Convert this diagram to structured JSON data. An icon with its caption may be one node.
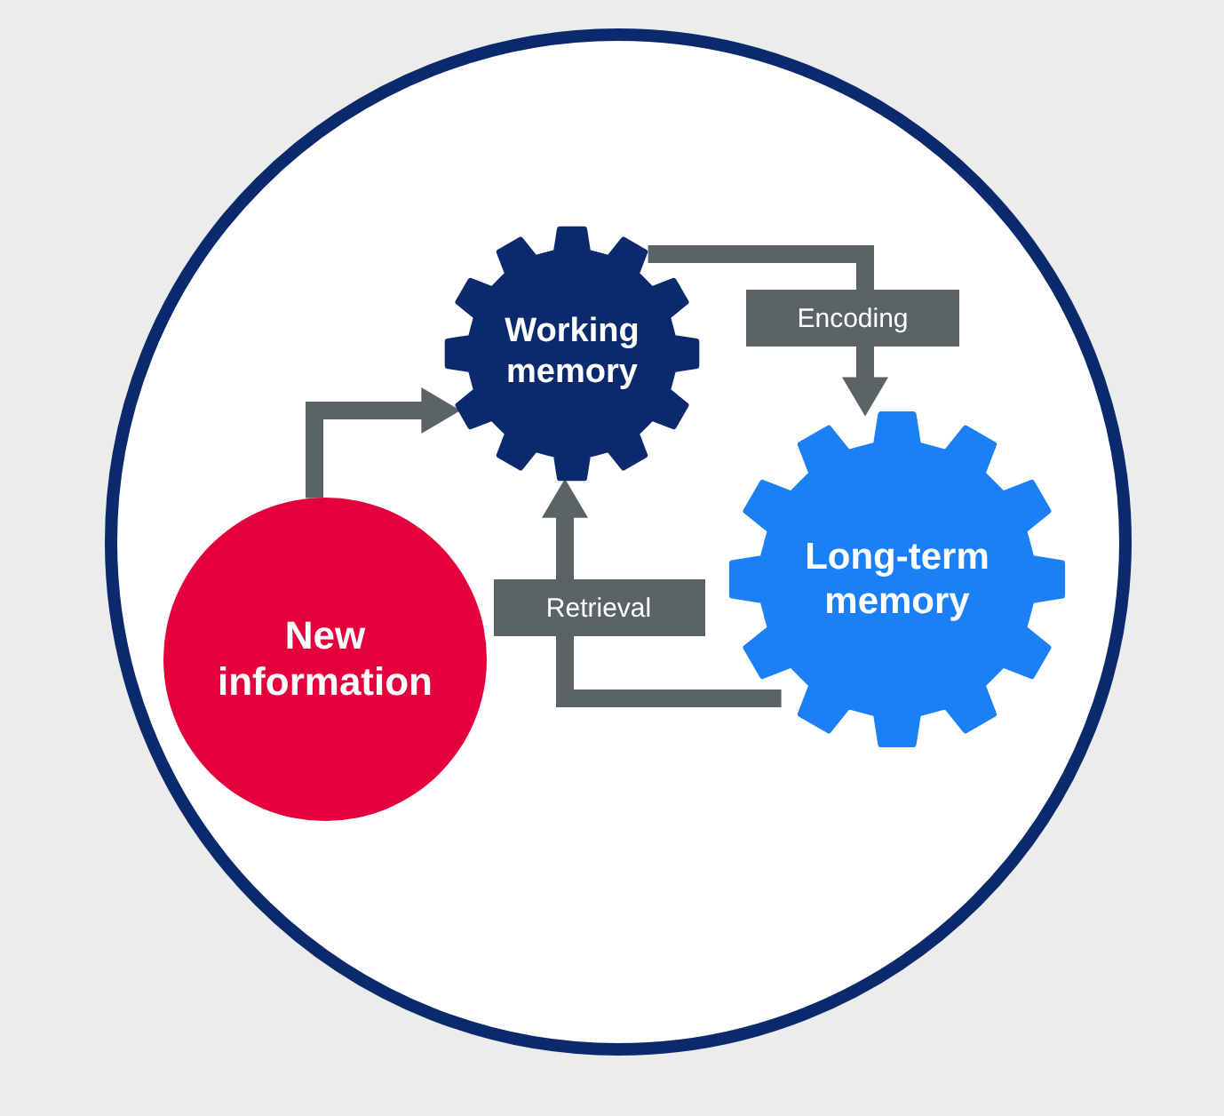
{
  "diagram": {
    "nodes": [
      {
        "text": [],
        "shape": "circle"
      },
      {
        "text": [
          "Working memory"
        ],
        "in": 0
      },
      {
        "text": [
          "Long-term memory"
        ],
        "in": 0
      },
      {
        "text": [
          "New information"
        ],
        "in": 0
      }
    ],
    "edges": [
      {
        "from": 3,
        "to": 1,
        "arrow": "to"
      },
      {
        "from": 1,
        "to": 2,
        "arrow": "to",
        "label": "Encoding"
      },
      {
        "from": 2,
        "to": 1,
        "arrow": "to",
        "label": "Retrieval"
      }
    ]
  }
}
